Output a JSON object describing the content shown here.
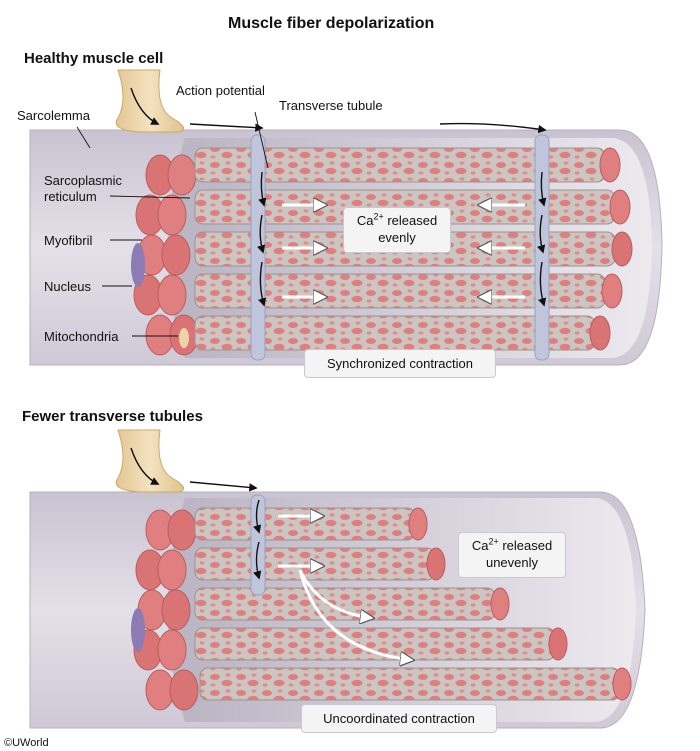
{
  "title": "Muscle fiber depolarization",
  "panel_top": {
    "heading": "Healthy muscle cell",
    "labels": {
      "action_potential": "Action potential",
      "transverse_tubule": "Transverse tubule",
      "sarcolemma": "Sarcolemma",
      "sarcoplasmic_reticulum_line1": "Sarcoplasmic",
      "sarcoplasmic_reticulum_line2": "reticulum",
      "myofibril": "Myofibril",
      "nucleus": "Nucleus",
      "mitochondria": "Mitochondria"
    },
    "calcium_box": {
      "ion": "Ca",
      "charge": "2+",
      "line1_rest": " released",
      "line2": "evenly"
    },
    "result": "Synchronized contraction"
  },
  "panel_bottom": {
    "heading": "Fewer transverse tubules",
    "calcium_box": {
      "ion": "Ca",
      "charge": "2+",
      "line1_rest": " released",
      "line2": "unevenly"
    },
    "result": "Uncoordinated contraction"
  },
  "copyright": "©UWorld",
  "colors": {
    "membrane": "#d2ccd8",
    "myofibril_pink": "#e07f80",
    "reticulum_gray": "#cbc6c1",
    "tubule_blue": "#bfc6dc",
    "nerve_tan": "#ecd4a7",
    "nucleus_purple": "#8d7bb5"
  }
}
